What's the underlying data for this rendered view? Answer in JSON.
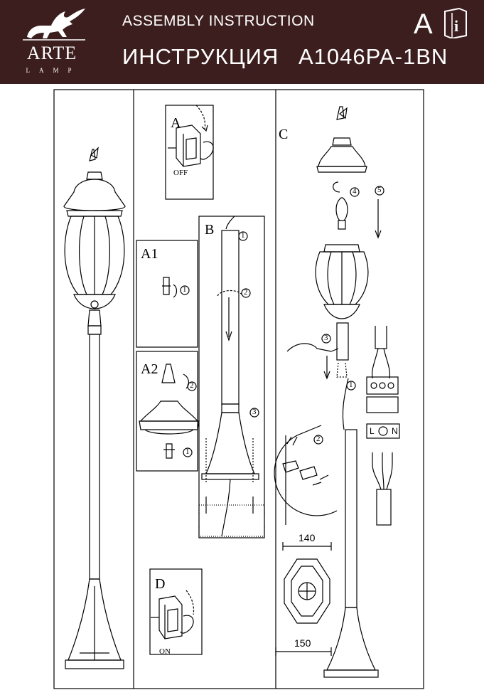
{
  "header": {
    "brand_name": "ARTE",
    "brand_sub": "LAMP",
    "title_en": "ASSEMBLY  INSTRUCTION",
    "title_ru": "ИНСТРУКЦИЯ",
    "model": "A1046PA-1BN",
    "letter": "A",
    "info_glyph": "i"
  },
  "steps": {
    "a": "A",
    "a_state": "OFF",
    "a1": "A1",
    "a2": "A2",
    "b": "B",
    "c": "C",
    "d": "D",
    "d_state": "ON"
  },
  "callouts": [
    "1",
    "2",
    "3",
    "4",
    "5"
  ],
  "terminals": [
    "L",
    "N"
  ],
  "dimensions": {
    "top": "140",
    "bottom": "150"
  },
  "colors": {
    "header_bg": "#3d1e1e",
    "line": "#000000"
  }
}
